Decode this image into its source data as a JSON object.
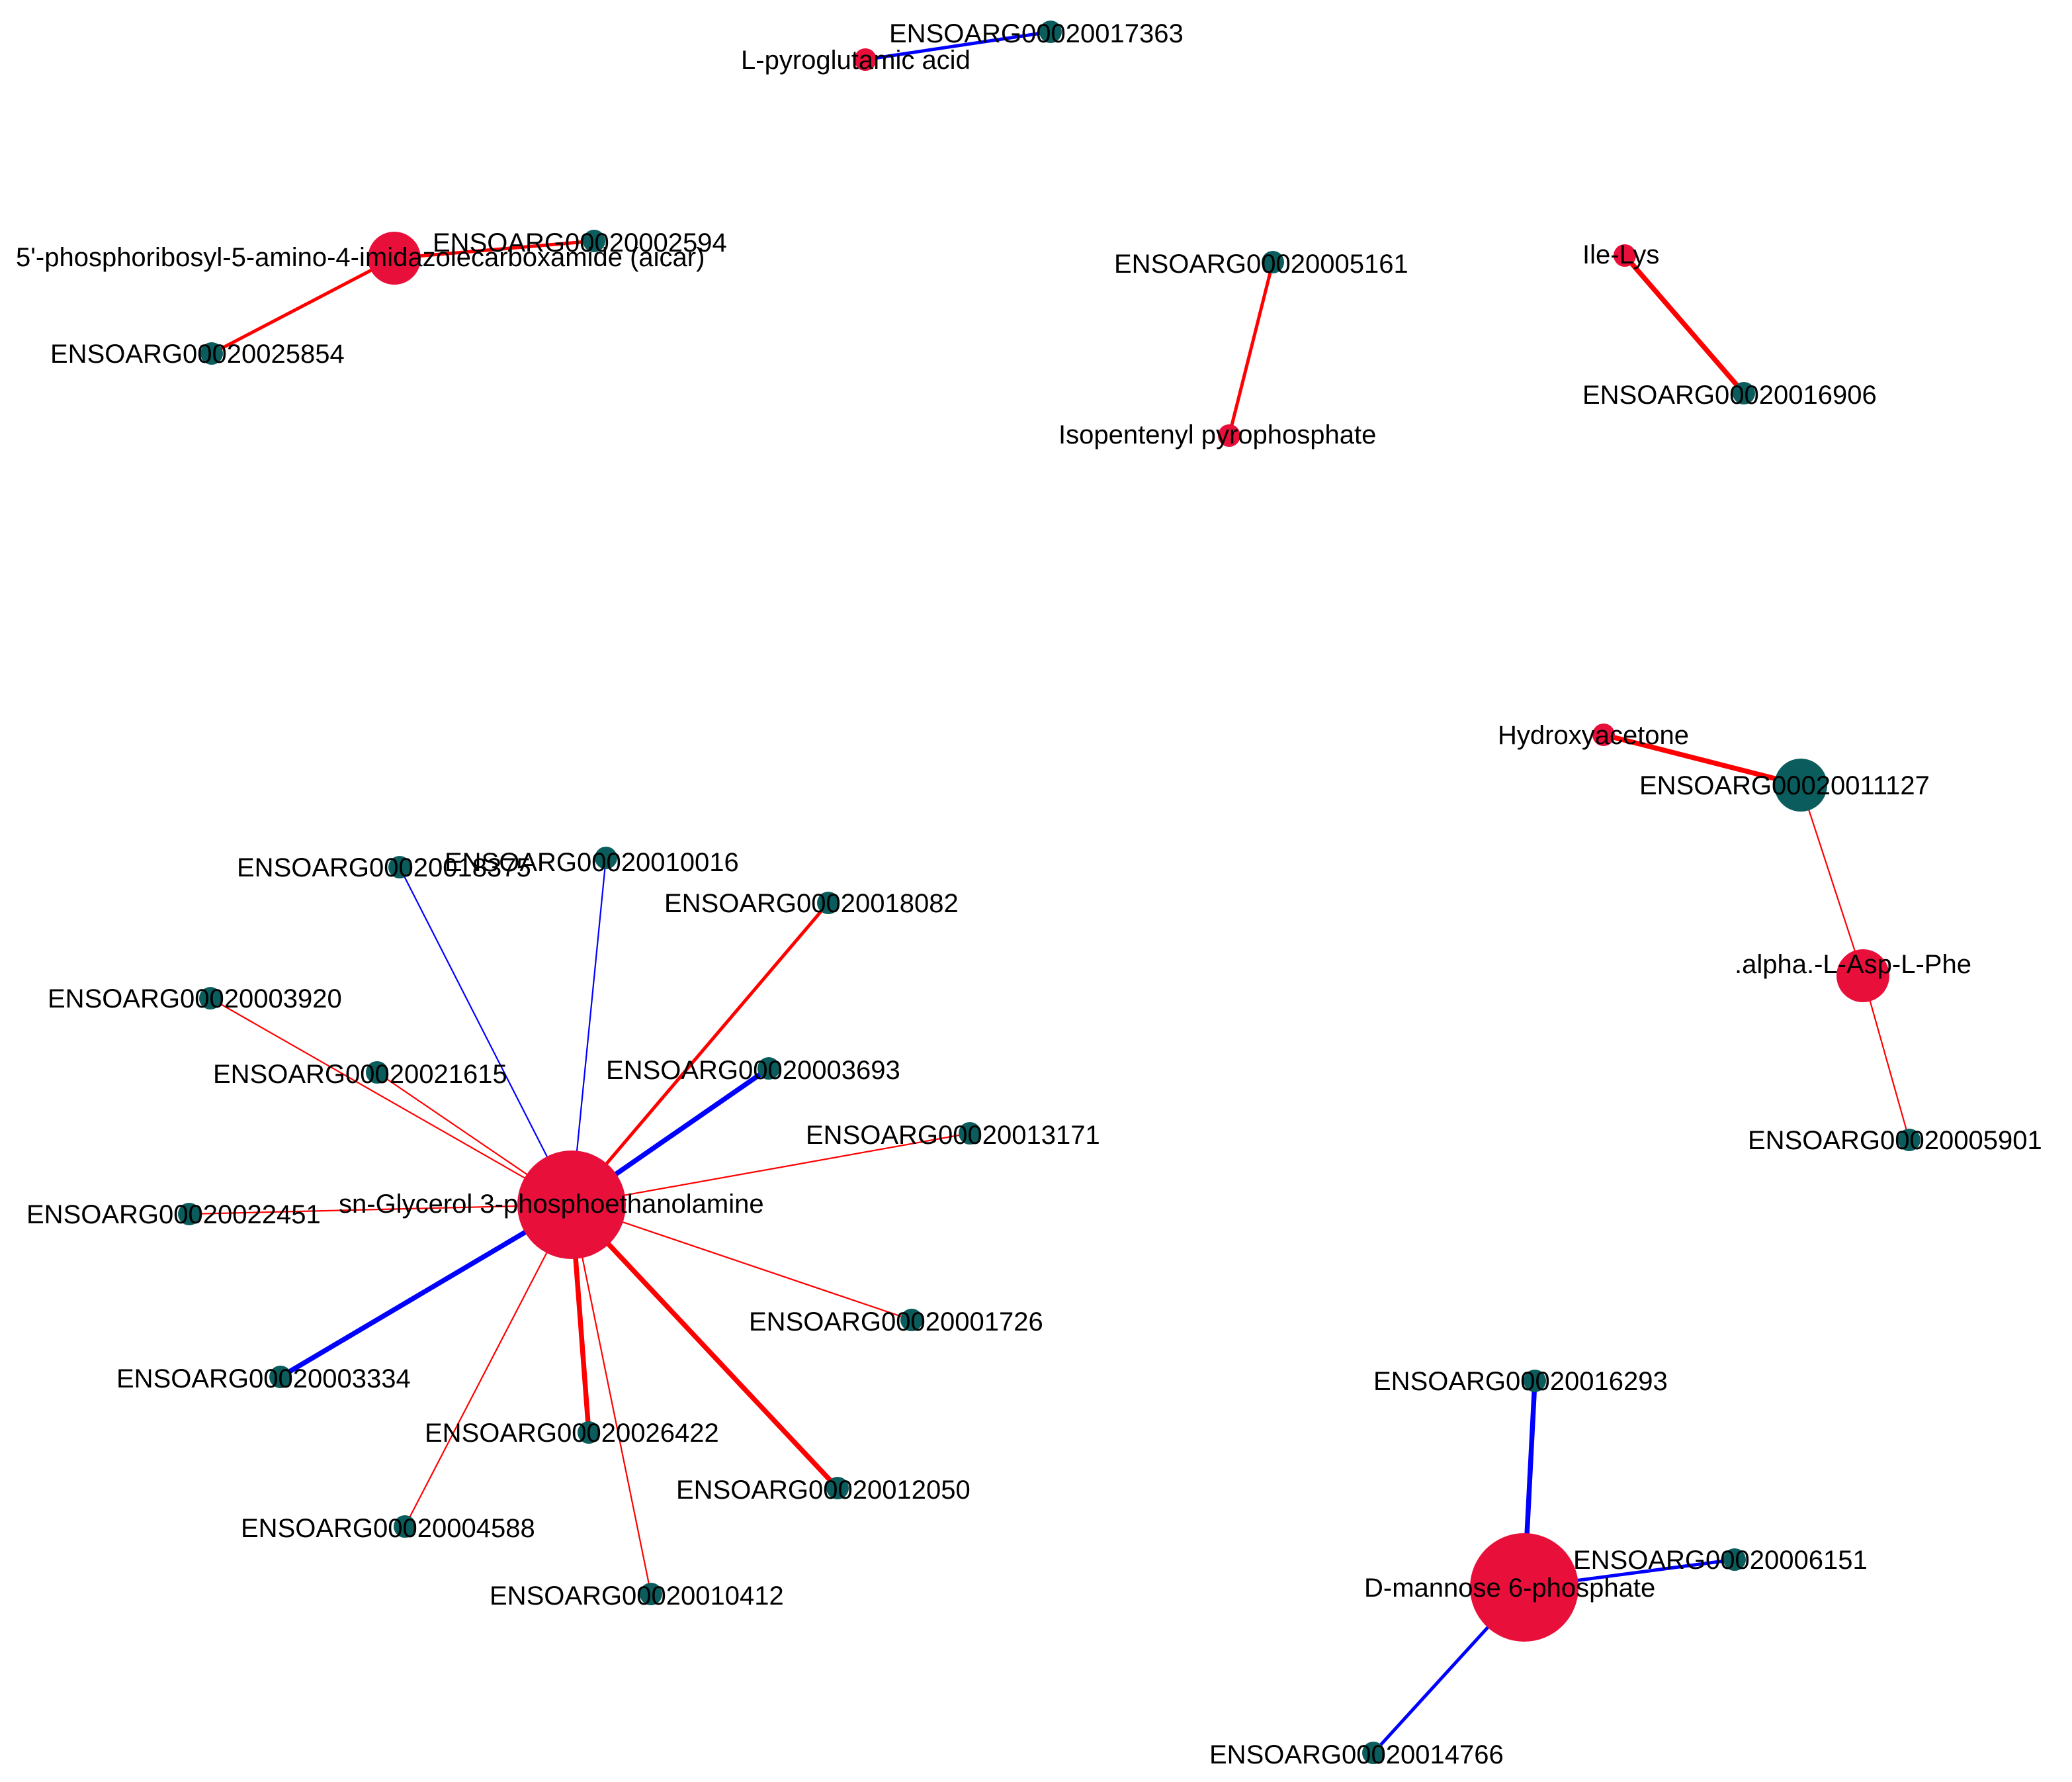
{
  "colors": {
    "positive_edge": "#ff0000",
    "negative_edge": "#0000ff",
    "metabolite_node": "#e8103a",
    "gene_node": "#0b5c5c",
    "background": "#ffffff"
  },
  "legend_meaning": {
    "red_node": "metabolite",
    "teal_node": "gene",
    "red_edge": "positive correlation",
    "blue_edge": "negative correlation"
  },
  "nodes": [
    {
      "id": "m_pyro",
      "label": "L-pyroglutamic acid",
      "kind": "metabolite",
      "size": "small"
    },
    {
      "id": "g17363",
      "label": "ENSOARG00020017363",
      "kind": "gene",
      "size": "small"
    },
    {
      "id": "m_aicar",
      "label": "5'-phosphoribosyl-5-amino-4-imidazolecarboxamide (aicar)",
      "kind": "metabolite",
      "size": "medium"
    },
    {
      "id": "g02594",
      "label": "ENSOARG00020002594",
      "kind": "gene",
      "size": "small"
    },
    {
      "id": "g25854",
      "label": "ENSOARG00020025854",
      "kind": "gene",
      "size": "small"
    },
    {
      "id": "g05161",
      "label": "ENSOARG00020005161",
      "kind": "gene",
      "size": "small"
    },
    {
      "id": "m_ipp",
      "label": "Isopentenyl pyrophosphate",
      "kind": "metabolite",
      "size": "small"
    },
    {
      "id": "m_ilelys",
      "label": "Ile-Lys",
      "kind": "metabolite",
      "size": "small"
    },
    {
      "id": "g16906",
      "label": "ENSOARG00020016906",
      "kind": "gene",
      "size": "small"
    },
    {
      "id": "m_hydroxy",
      "label": "Hydroxyacetone",
      "kind": "metabolite",
      "size": "small"
    },
    {
      "id": "g11127",
      "label": "ENSOARG00020011127",
      "kind": "gene",
      "size": "medium"
    },
    {
      "id": "m_asp",
      "label": ".alpha.-L-Asp-L-Phe",
      "kind": "metabolite",
      "size": "medium"
    },
    {
      "id": "g05901",
      "label": "ENSOARG00020005901",
      "kind": "gene",
      "size": "small"
    },
    {
      "id": "m_sng3pe",
      "label": "sn-Glycerol 3-phosphoethanolamine",
      "kind": "metabolite",
      "size": "large"
    },
    {
      "id": "g18375",
      "label": "ENSOARG00020018375",
      "kind": "gene",
      "size": "small"
    },
    {
      "id": "g10016",
      "label": "ENSOARG00020010016",
      "kind": "gene",
      "size": "small"
    },
    {
      "id": "g18082",
      "label": "ENSOARG00020018082",
      "kind": "gene",
      "size": "small"
    },
    {
      "id": "g03920",
      "label": "ENSOARG00020003920",
      "kind": "gene",
      "size": "small"
    },
    {
      "id": "g21615",
      "label": "ENSOARG00020021615",
      "kind": "gene",
      "size": "small"
    },
    {
      "id": "g03693",
      "label": "ENSOARG00020003693",
      "kind": "gene",
      "size": "small"
    },
    {
      "id": "g13171",
      "label": "ENSOARG00020013171",
      "kind": "gene",
      "size": "small"
    },
    {
      "id": "g22451",
      "label": "ENSOARG00020022451",
      "kind": "gene",
      "size": "small"
    },
    {
      "id": "g01726",
      "label": "ENSOARG00020001726",
      "kind": "gene",
      "size": "small"
    },
    {
      "id": "g03334",
      "label": "ENSOARG00020003334",
      "kind": "gene",
      "size": "small"
    },
    {
      "id": "g26422",
      "label": "ENSOARG00020026422",
      "kind": "gene",
      "size": "small"
    },
    {
      "id": "g12050",
      "label": "ENSOARG00020012050",
      "kind": "gene",
      "size": "small"
    },
    {
      "id": "g04588",
      "label": "ENSOARG00020004588",
      "kind": "gene",
      "size": "small"
    },
    {
      "id": "g10412",
      "label": "ENSOARG00020010412",
      "kind": "gene",
      "size": "small"
    },
    {
      "id": "m_man6p",
      "label": "D-mannose 6-phosphate",
      "kind": "metabolite",
      "size": "large"
    },
    {
      "id": "g16293",
      "label": "ENSOARG00020016293",
      "kind": "gene",
      "size": "small"
    },
    {
      "id": "g06151",
      "label": "ENSOARG00020006151",
      "kind": "gene",
      "size": "small"
    },
    {
      "id": "g14766",
      "label": "ENSOARG00020014766",
      "kind": "gene",
      "size": "small"
    }
  ],
  "edges": [
    {
      "source": "m_pyro",
      "target": "g17363",
      "sign": "negative",
      "weight": "medium"
    },
    {
      "source": "m_aicar",
      "target": "g02594",
      "sign": "positive",
      "weight": "medium"
    },
    {
      "source": "m_aicar",
      "target": "g25854",
      "sign": "positive",
      "weight": "medium"
    },
    {
      "source": "g05161",
      "target": "m_ipp",
      "sign": "positive",
      "weight": "medium"
    },
    {
      "source": "m_ilelys",
      "target": "g16906",
      "sign": "positive",
      "weight": "thick"
    },
    {
      "source": "m_hydroxy",
      "target": "g11127",
      "sign": "positive",
      "weight": "thick"
    },
    {
      "source": "g11127",
      "target": "m_asp",
      "sign": "positive",
      "weight": "thin"
    },
    {
      "source": "m_asp",
      "target": "g05901",
      "sign": "positive",
      "weight": "thin"
    },
    {
      "source": "m_sng3pe",
      "target": "g18375",
      "sign": "negative",
      "weight": "thin"
    },
    {
      "source": "m_sng3pe",
      "target": "g10016",
      "sign": "negative",
      "weight": "thin"
    },
    {
      "source": "m_sng3pe",
      "target": "g18082",
      "sign": "positive",
      "weight": "medium"
    },
    {
      "source": "m_sng3pe",
      "target": "g03920",
      "sign": "positive",
      "weight": "thin"
    },
    {
      "source": "m_sng3pe",
      "target": "g21615",
      "sign": "positive",
      "weight": "thin"
    },
    {
      "source": "m_sng3pe",
      "target": "g03693",
      "sign": "negative",
      "weight": "thick"
    },
    {
      "source": "m_sng3pe",
      "target": "g13171",
      "sign": "positive",
      "weight": "thin"
    },
    {
      "source": "m_sng3pe",
      "target": "g22451",
      "sign": "positive",
      "weight": "thin"
    },
    {
      "source": "m_sng3pe",
      "target": "g01726",
      "sign": "positive",
      "weight": "thin"
    },
    {
      "source": "m_sng3pe",
      "target": "g03334",
      "sign": "negative",
      "weight": "thick"
    },
    {
      "source": "m_sng3pe",
      "target": "g26422",
      "sign": "positive",
      "weight": "thick"
    },
    {
      "source": "m_sng3pe",
      "target": "g12050",
      "sign": "positive",
      "weight": "thick"
    },
    {
      "source": "m_sng3pe",
      "target": "g04588",
      "sign": "positive",
      "weight": "thin"
    },
    {
      "source": "m_sng3pe",
      "target": "g10412",
      "sign": "positive",
      "weight": "thin"
    },
    {
      "source": "m_man6p",
      "target": "g16293",
      "sign": "negative",
      "weight": "thick"
    },
    {
      "source": "m_man6p",
      "target": "g06151",
      "sign": "negative",
      "weight": "medium"
    },
    {
      "source": "m_man6p",
      "target": "g14766",
      "sign": "negative",
      "weight": "medium"
    }
  ]
}
